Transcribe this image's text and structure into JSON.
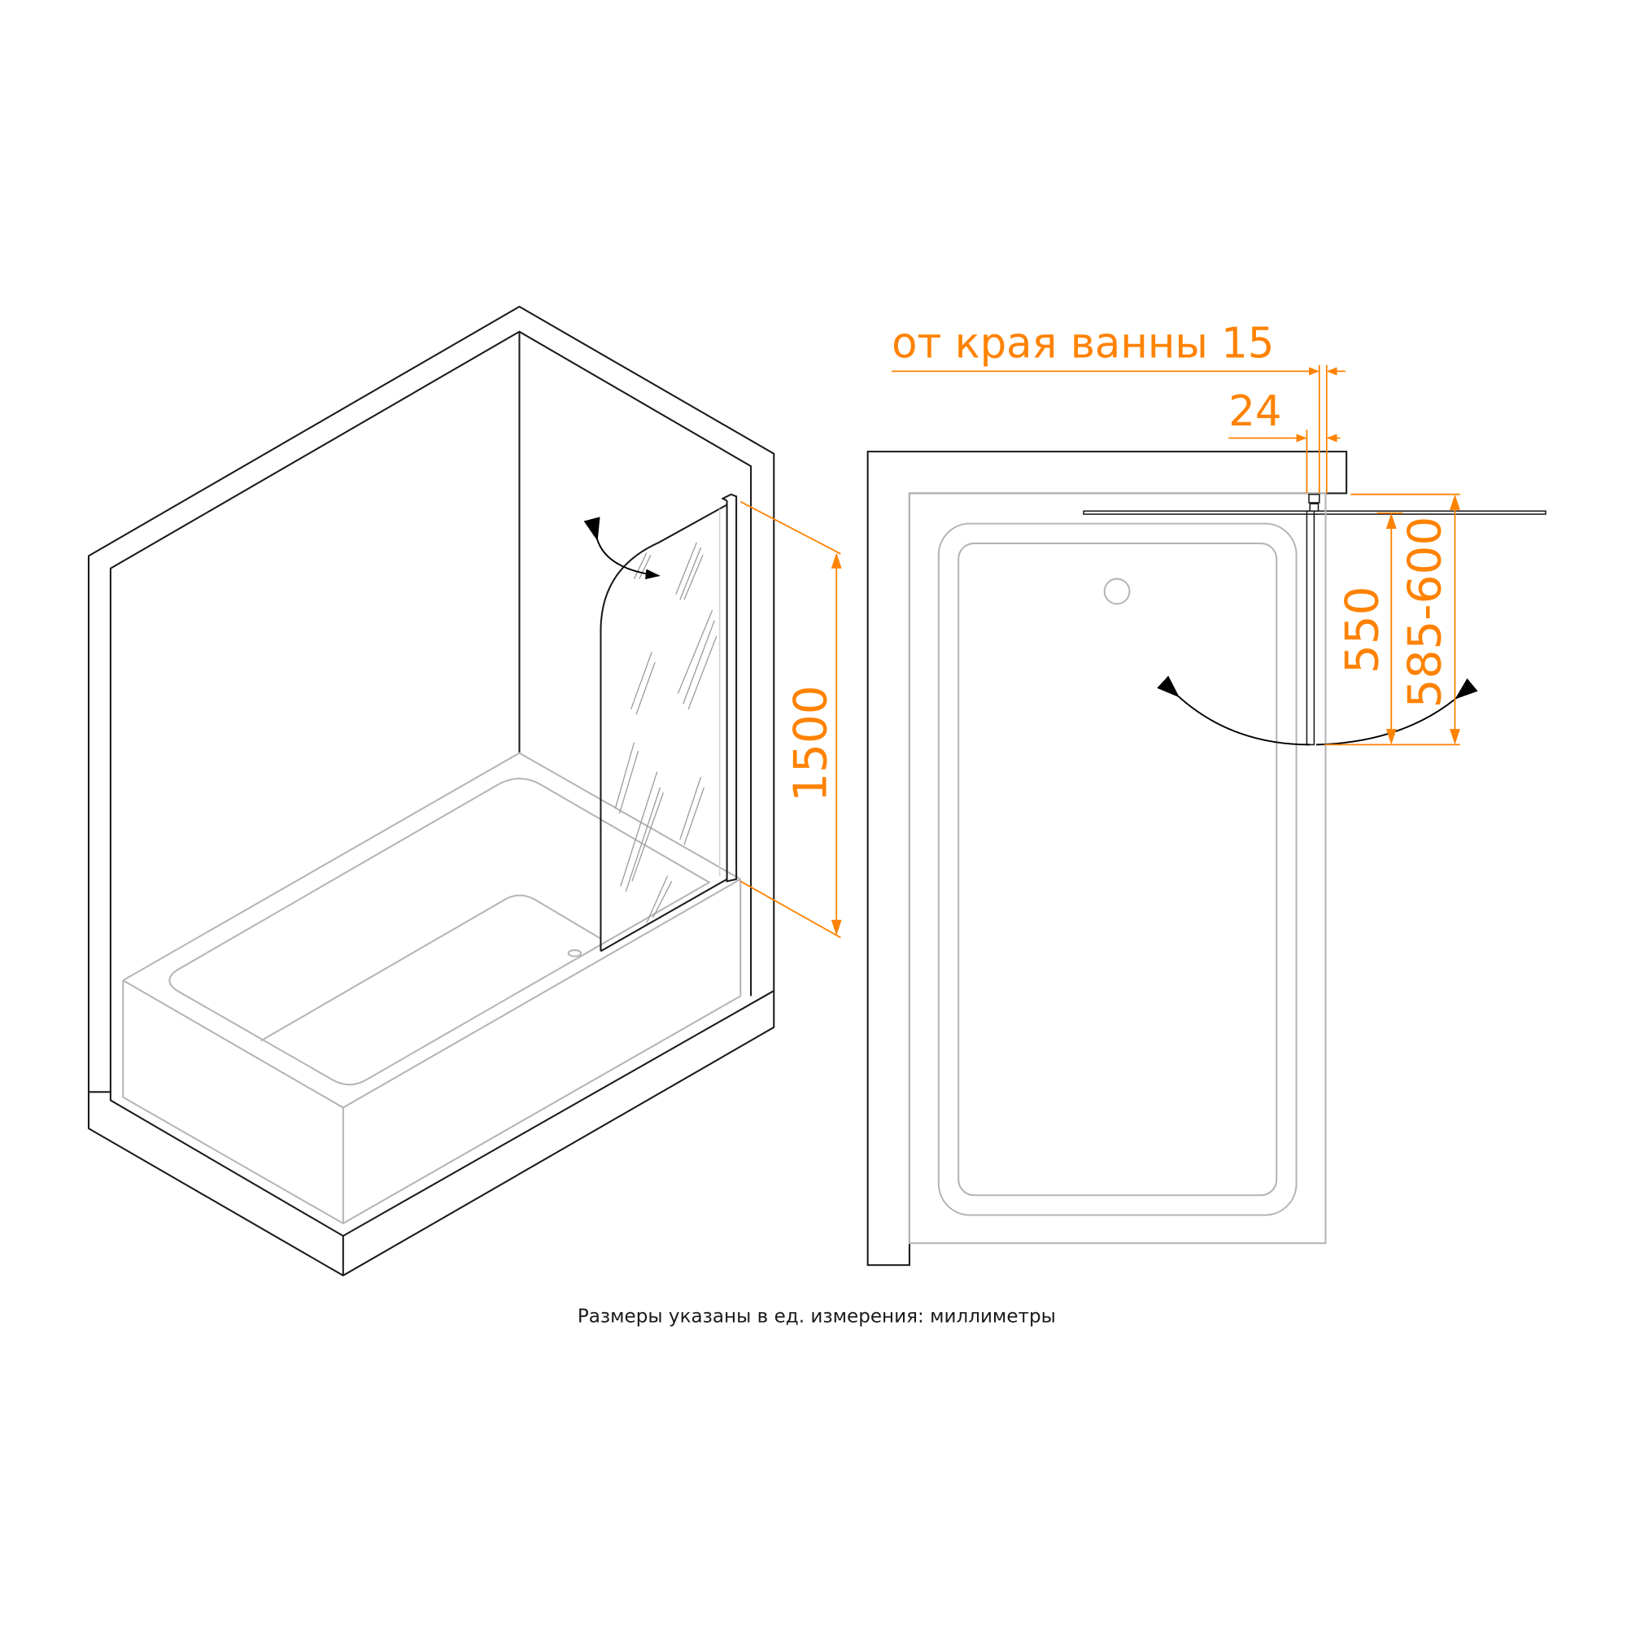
{
  "dimensions": {
    "height_label": "1500",
    "offset_label": "от края ванны 15",
    "profile_label": "24",
    "width_label": "550",
    "range_label": "585-600"
  },
  "caption": "Размеры указаны в ед. измерения: миллиметры",
  "colors": {
    "dimension": "#ff8200",
    "outline": "#1a1a1a",
    "tub": "#b5b5b5"
  }
}
